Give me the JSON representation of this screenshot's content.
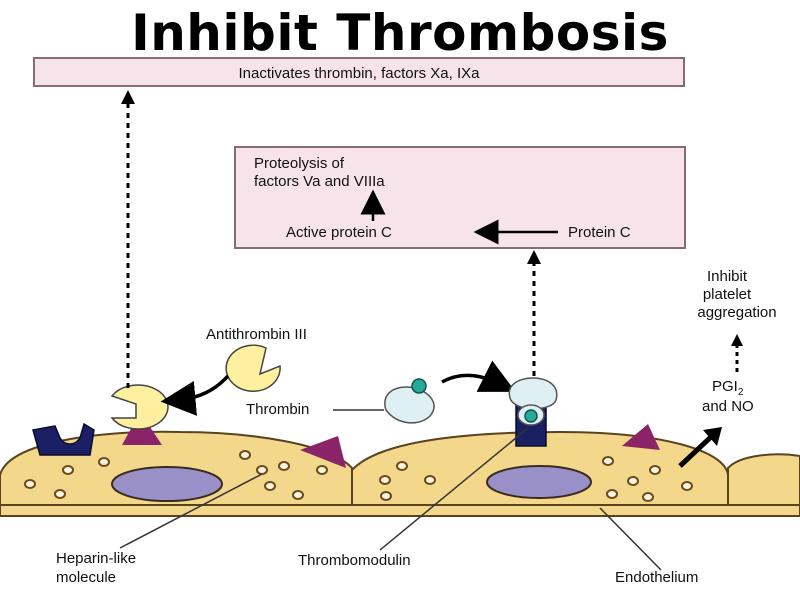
{
  "title": "Inhibit Thrombosis",
  "top_box": {
    "text": "Inactivates thrombin, factors Xa, IXa"
  },
  "protein_c_box": {
    "line1": "Proteolysis of",
    "line2": "factors Va and VIIIa",
    "active": "Active protein C",
    "protein_c": "Protein C"
  },
  "labels": {
    "antithrombin": "Antithrombin III",
    "thrombin": "Thrombin",
    "inhibit_1": "Inhibit",
    "inhibit_2": "platelet",
    "inhibit_3": "aggregation",
    "pgi_main": "PGI",
    "pgi_sub": "2",
    "and_no": "and NO",
    "heparin_1": "Heparin-like",
    "heparin_2": "molecule",
    "thrombomodulin": "Thrombomodulin",
    "endothelium": "Endothelium"
  },
  "colors": {
    "cell_fill": "#f3d78a",
    "cell_edge": "#5a4420",
    "nucleus": "#9a90c8",
    "box_fill": "#f7e4ea",
    "receptor_navy": "#1b1f63",
    "triangle": "#8a2368",
    "pacman": "#fff0a0",
    "thrombin": "#dff0f5",
    "teal": "#2aa89a"
  }
}
